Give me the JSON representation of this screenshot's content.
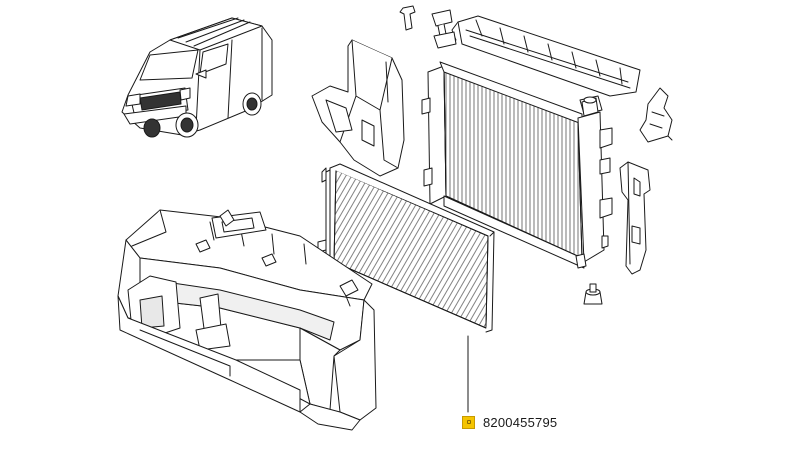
{
  "diagram": {
    "colors": {
      "line": "#1a1a1a",
      "fill": "#ffffff",
      "accent": "#f5c400"
    },
    "parts": [
      "van",
      "front-panel-duct",
      "condenser",
      "radiator",
      "upper-air-deflector",
      "left-air-guide",
      "right-side-bracket",
      "right-air-guide",
      "clip",
      "rubber-mount"
    ],
    "callouts": [
      {
        "part_number": "8200455795",
        "marker_color": "#f5c400",
        "icon": "part-marker-icon"
      }
    ]
  }
}
